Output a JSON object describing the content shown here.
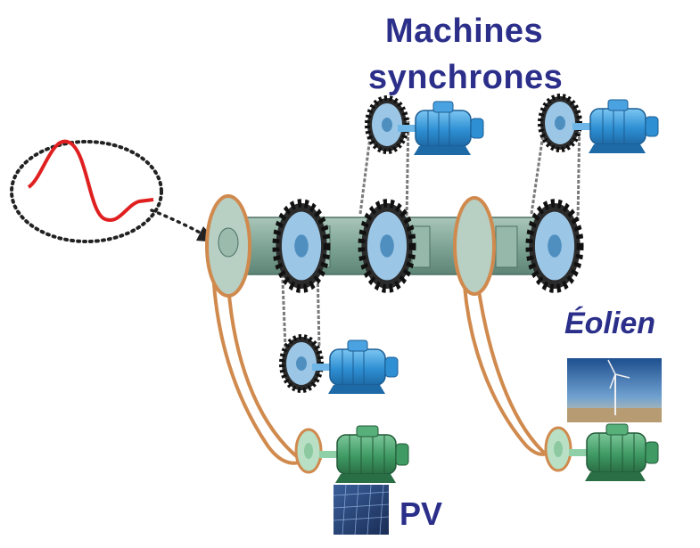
{
  "labels": {
    "synchronous_machines_line1": "Machines",
    "synchronous_machines_line2": "synchrones",
    "wind": "Éolien",
    "pv": "PV"
  },
  "icons": {
    "waveform": "sine-wave-icon",
    "pointer": "dotted-arrow-icon",
    "shaft": "common-shaft",
    "motor": "motor-icon",
    "gear": "sprocket-icon",
    "pulley": "pulley-icon",
    "wind_photo": "wind-turbine-photo",
    "pv_photo": "solar-panel-photo"
  },
  "colors": {
    "label_text": "#2b2f8a",
    "shaft": "#8fb3a4",
    "pulley": "#b8cfc4",
    "belt": "#d08a4e",
    "sync_motor": "#3a9ad8",
    "pv_wind_motor": "#3f9a63",
    "waveform": "#e02020"
  }
}
